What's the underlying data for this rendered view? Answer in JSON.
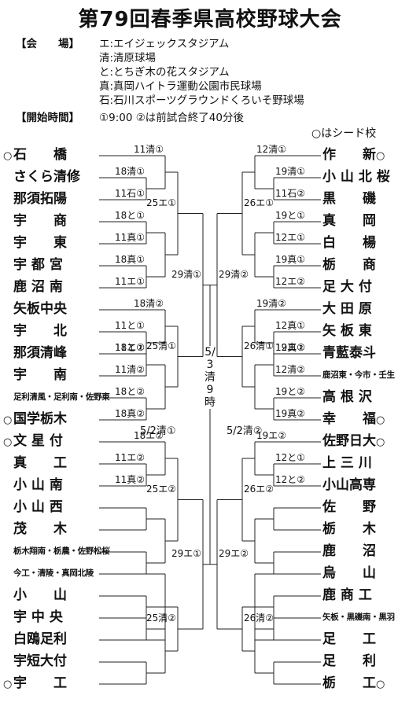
{
  "title": "第79回春季県高校野球大会",
  "header": {
    "venue_label": "【会　　場】",
    "venues": [
      "エ:エイジェックスタジアム",
      "清:清原球場",
      "と:とちぎ木の花スタジアム",
      "真:真岡ハイトラ運動公園市民球場",
      "石:石川スポーツグラウンドくろいそ野球場"
    ],
    "time_label": "【開始時間】",
    "time_text": "①9:00 ②は前試合終了40分後",
    "seed_note": "○はシード校"
  },
  "left_teams": [
    {
      "name": "石　　橋",
      "seed": true
    },
    {
      "name": "さくら清修",
      "seed": false
    },
    {
      "name": "那須拓陽",
      "seed": false
    },
    {
      "name": "宇　　商",
      "seed": false
    },
    {
      "name": "宇　　東",
      "seed": false
    },
    {
      "name": "宇 都 宮",
      "seed": false
    },
    {
      "name": "鹿 沼 南",
      "seed": false
    },
    {
      "name": "矢板中央",
      "seed": false
    },
    {
      "name": "宇　　北",
      "seed": false
    },
    {
      "name": "那須清峰",
      "seed": false
    },
    {
      "name": "宇　　南",
      "seed": false
    },
    {
      "name": "足利清風・足利南・佐野東",
      "seed": false,
      "small": true
    },
    {
      "name": "国学栃木",
      "seed": true
    },
    {
      "name": "文 星 付",
      "seed": true
    },
    {
      "name": "真　　工",
      "seed": false
    },
    {
      "name": "小 山 南",
      "seed": false
    },
    {
      "name": "小 山 西",
      "seed": false
    },
    {
      "name": "茂　　木",
      "seed": false
    },
    {
      "name": "栃木翔南・栃農・佐野松桜",
      "seed": false,
      "small": true
    },
    {
      "name": "今工・清陵・真岡北陵",
      "seed": false,
      "small": true
    },
    {
      "name": "小　　山",
      "seed": false
    },
    {
      "name": "宇 中 央",
      "seed": false
    },
    {
      "name": "白鴎足利",
      "seed": false
    },
    {
      "name": "宇短大付",
      "seed": false
    },
    {
      "name": "宇　　工",
      "seed": true
    }
  ],
  "right_teams": [
    {
      "name": "作　　新",
      "seed": true
    },
    {
      "name": "小 山 北 桜",
      "seed": false
    },
    {
      "name": "黒　　磯",
      "seed": false
    },
    {
      "name": "真　　岡",
      "seed": false
    },
    {
      "name": "白　　楊",
      "seed": false
    },
    {
      "name": "栃　　商",
      "seed": false
    },
    {
      "name": "足 大 付",
      "seed": false
    },
    {
      "name": "大 田 原",
      "seed": false
    },
    {
      "name": "矢 板 東",
      "seed": false
    },
    {
      "name": "青藍泰斗",
      "seed": false
    },
    {
      "name": "鹿沼東・今市・壬生",
      "seed": false,
      "small": true
    },
    {
      "name": "高 根 沢",
      "seed": false
    },
    {
      "name": "幸　　福",
      "seed": true
    },
    {
      "name": "佐野日大",
      "seed": true
    },
    {
      "name": "上 三 川",
      "seed": false
    },
    {
      "name": "小山高専",
      "seed": false
    },
    {
      "name": "佐　　野",
      "seed": false
    },
    {
      "name": "栃　　木",
      "seed": false
    },
    {
      "name": "鹿　　沼",
      "seed": false
    },
    {
      "name": "烏　　山",
      "seed": false
    },
    {
      "name": "鹿 商 工",
      "seed": false
    },
    {
      "name": "矢板・黒磯南・黒羽",
      "seed": false,
      "small": true
    },
    {
      "name": "足　　工",
      "seed": false
    },
    {
      "name": "足　　利",
      "seed": false
    },
    {
      "name": "栃　　工",
      "seed": true
    }
  ],
  "left_r1": [
    "18清①",
    "11石①",
    "11清①",
    "18と①",
    "11真①",
    "18真①",
    "11エ①",
    "11と①",
    "18エ①",
    "18清②",
    "11と②",
    "11清②",
    "18と②",
    "18真②",
    "11エ②",
    "11真②",
    "18エ②"
  ],
  "left_r2": [
    "25エ①",
    "25清①",
    "25エ②",
    "25清②"
  ],
  "left_r3": [
    "29清①",
    "29エ①"
  ],
  "right_r1": [
    "19清①",
    "11石②",
    "12清①",
    "19と①",
    "12エ①",
    "19真①",
    "12エ②",
    "12真①",
    "19エ①",
    "19清②",
    "12真②",
    "12清②",
    "19と②",
    "19真②",
    "12と①",
    "12と②",
    "19エ②"
  ],
  "right_r2": [
    "26エ①",
    "26清①",
    "26エ②",
    "26清②"
  ],
  "right_r3": [
    "29清②",
    "29エ②"
  ],
  "semifinal_left": "5/2清①",
  "semifinal_right": "5/2清②",
  "final": "5/3清9時",
  "seed_mark": "○"
}
